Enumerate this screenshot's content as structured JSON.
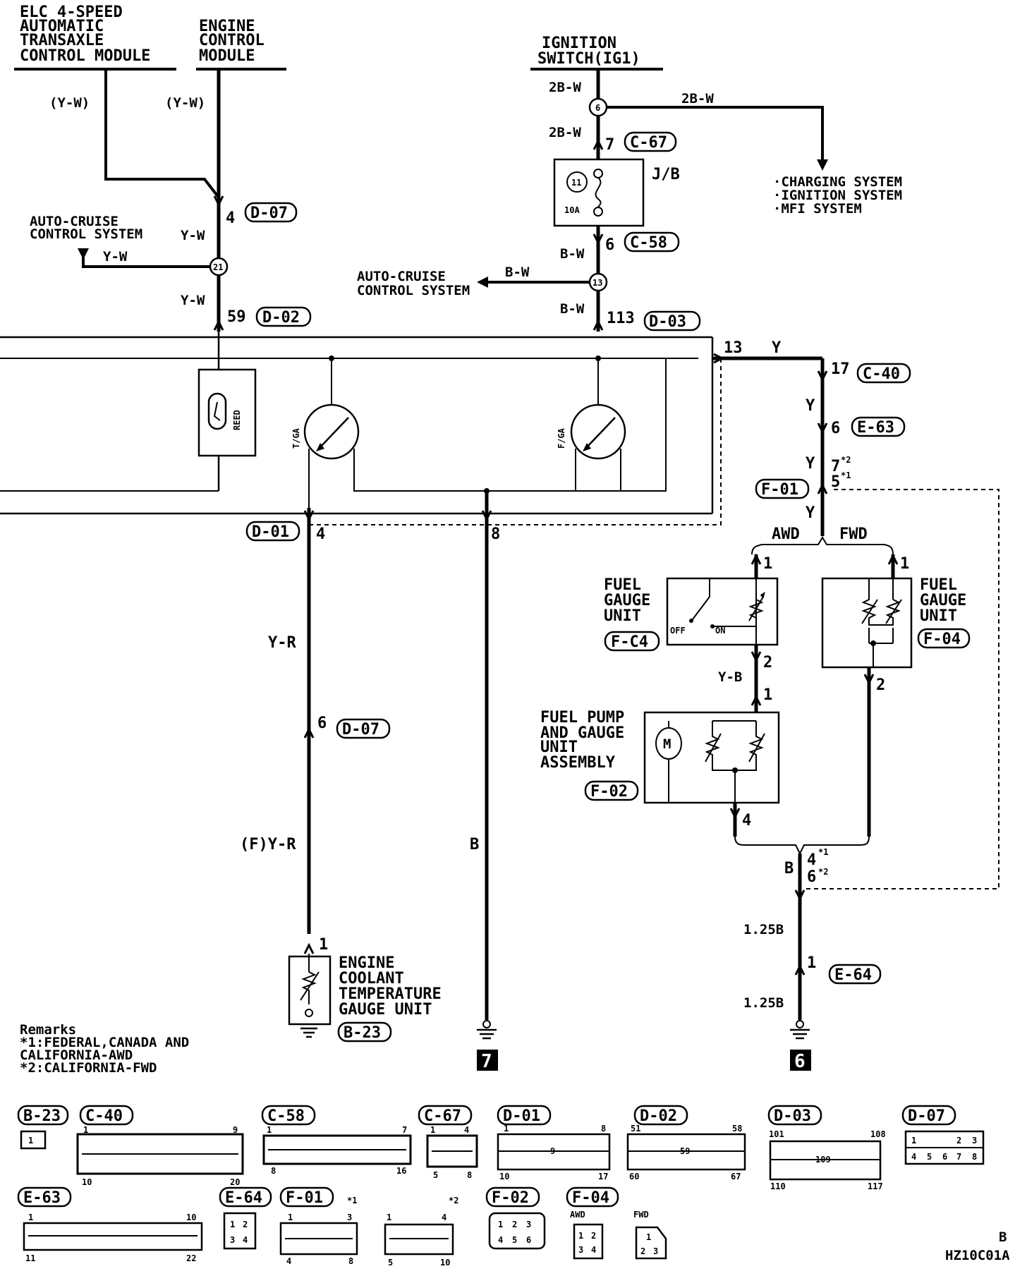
{
  "diagram": {
    "top_labels": {
      "elc": [
        "ELC 4-SPEED",
        "AUTOMATIC",
        "TRANSAXLE",
        "CONTROL MODULE"
      ],
      "ecm": [
        "ENGINE",
        "CONTROL",
        "MODULE"
      ],
      "ignition": [
        "IGNITION",
        "SWITCH(IG1)"
      ],
      "systems": [
        "·CHARGING SYSTEM",
        "·IGNITION SYSTEM",
        "·MFI SYSTEM"
      ],
      "autocruise_left": [
        "AUTO-CRUISE",
        "CONTROL SYSTEM"
      ],
      "autocruise_mid": [
        "AUTO-CRUISE",
        "CONTROL SYSTEM"
      ]
    },
    "wire_colors": {
      "yw1": "(Y-W)",
      "yw2": "(Y-W)",
      "yw3": "Y-W",
      "yw4": "Y-W",
      "yw5": "Y-W",
      "b2w1": "2B-W",
      "b2w2": "2B-W",
      "b2w3": "2B-W",
      "bw1": "B-W",
      "bw2": "B-W",
      "bw3": "B-W",
      "y1": "Y",
      "y2": "Y",
      "y3": "Y",
      "y4": "Y",
      "yr1": "Y-R",
      "yr2": "(F)Y-R",
      "b1": "B",
      "yb": "Y-B",
      "b2": "B",
      "b125a": "1.25B",
      "b125b": "1.25B"
    },
    "pins": {
      "p4a": "4",
      "p59": "59",
      "p6": "6",
      "p7": "7",
      "p6b": "6",
      "p113": "113",
      "p13": "13",
      "p17": "17",
      "p6c": "6",
      "p7b": "7",
      "p5": "5",
      "p4b": "4",
      "p8": "8",
      "p6d": "6",
      "p1a": "1",
      "p1b": "1",
      "p1c": "1",
      "p2a": "2",
      "p2b": "2",
      "p1d": "1",
      "p4c": "4",
      "p4d": "4",
      "p6e": "6",
      "p1e": "1",
      "s1a": "*1",
      "s2a": "*2",
      "s1b": "*1",
      "s2b": "*2"
    },
    "junctions": {
      "j6": "6",
      "j21": "21",
      "j13": "13"
    },
    "connectors": {
      "d07a": "D-07",
      "d02": "D-02",
      "c67": "C-67",
      "c58": "C-58",
      "d03": "D-03",
      "c40": "C-40",
      "e63": "E-63",
      "f01": "F-01",
      "d01": "D-01",
      "d07b": "D-07",
      "fc4": "F-C4",
      "f04": "F-04",
      "f02": "F-02",
      "e64": "E-64",
      "b23": "B-23"
    },
    "jb": {
      "label": "J/B",
      "fuse_no": "11",
      "rating": "10A"
    },
    "gauges": {
      "temp": "T/GA",
      "fuel": "F/GA",
      "reed": "REED"
    },
    "components": {
      "fuel_gauge_left": [
        "FUEL",
        "GAUGE",
        "UNIT"
      ],
      "fuel_gauge_right": [
        "FUEL",
        "GAUGE",
        "UNIT"
      ],
      "pump": [
        "FUEL PUMP",
        "AND GAUGE",
        "UNIT",
        "ASSEMBLY"
      ],
      "coolant": [
        "ENGINE",
        "COOLANT",
        "TEMPERATURE",
        "GAUGE UNIT"
      ],
      "awd": "AWD",
      "fwd": "FWD",
      "off": "OFF",
      "on": "ON",
      "motor": "M"
    },
    "grounds": {
      "g7": "7",
      "g6": "6"
    },
    "remarks": [
      "Remarks",
      "*1:FEDERAL,CANADA AND",
      "   CALIFORNIA-AWD",
      "*2:CALIFORNIA-FWD"
    ],
    "bottom_connectors": {
      "b23": "B-23",
      "c40": "C-40",
      "c58": "C-58",
      "c67": "C-67",
      "d01": "D-01",
      "d02": "D-02",
      "d03": "D-03",
      "d07": "D-07",
      "e63": "E-63",
      "e64": "E-64",
      "f01": "F-01",
      "f02": "F-02",
      "f04": "F-04",
      "star1": "*1",
      "star2": "*2",
      "awd": "AWD",
      "fwd": "FWD"
    },
    "pin_numbers": {
      "c40": [
        "1",
        "9",
        "10",
        "20"
      ],
      "c58": [
        "1",
        "7",
        "8",
        "16"
      ],
      "c67": [
        "1",
        "4",
        "5",
        "8"
      ],
      "d01": [
        "1",
        "8",
        "9",
        "10",
        "17"
      ],
      "d02": [
        "51",
        "58",
        "59",
        "60",
        "67"
      ],
      "d03": [
        "101",
        "108",
        "109",
        "110",
        "117"
      ],
      "d07": [
        "1",
        "2",
        "3",
        "4",
        "5",
        "6",
        "7",
        "8"
      ],
      "e63": [
        "1",
        "10",
        "11",
        "22"
      ],
      "e64": [
        "1",
        "2",
        "3",
        "4"
      ],
      "f01a": [
        "1",
        "3",
        "4",
        "8"
      ],
      "f01b": [
        "1",
        "4",
        "5",
        "10"
      ],
      "f02": [
        "1",
        "2",
        "3",
        "4",
        "5",
        "6"
      ],
      "f04a": [
        "1",
        "2",
        "3",
        "4"
      ],
      "f04b": [
        "1",
        "2",
        "3"
      ],
      "b23": [
        "1"
      ]
    },
    "footer": {
      "page": "B",
      "code": "HZ10C01A"
    }
  }
}
